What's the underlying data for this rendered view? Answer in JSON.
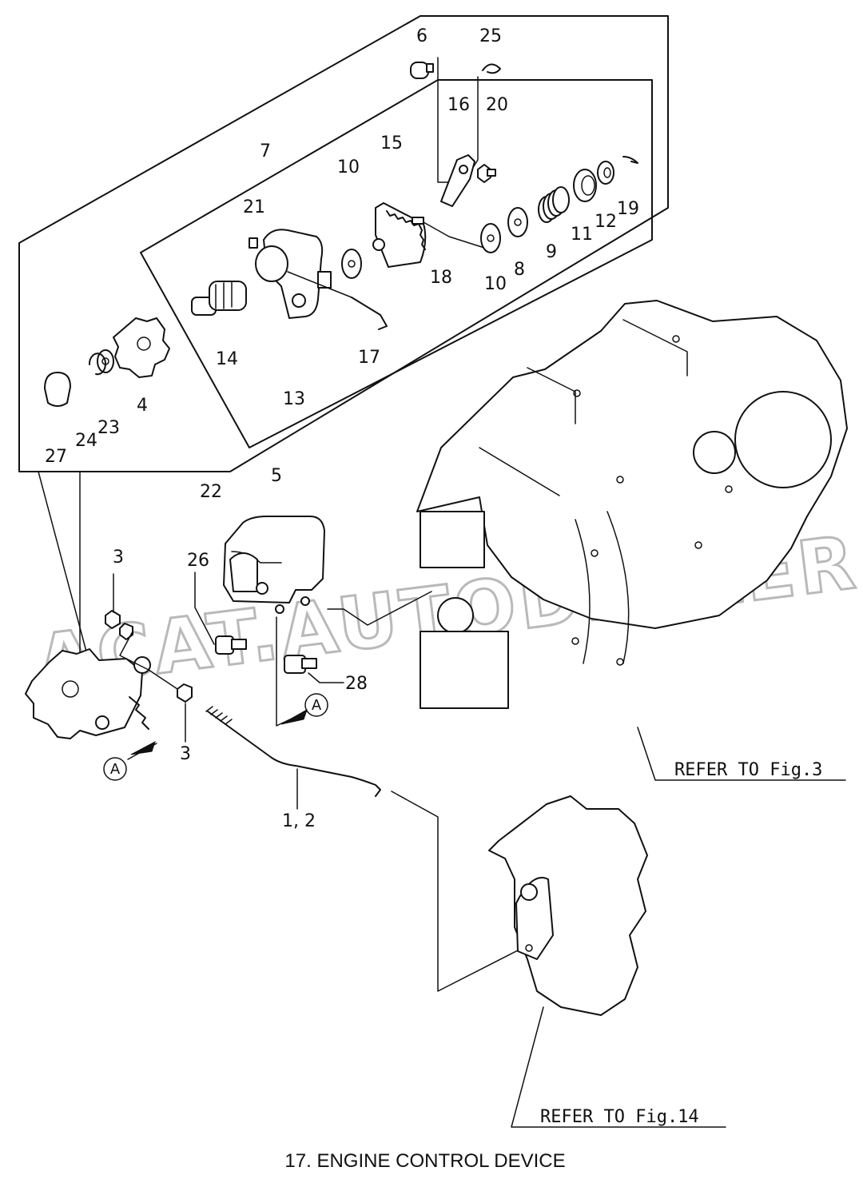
{
  "caption": "17.  ENGINE CONTROL DEVICE",
  "watermark": "ACAT.AUTODEALER.RU",
  "references": {
    "fig3": "REFER TO Fig.3",
    "fig14": "REFER TO Fig.14"
  },
  "view_marker": "A",
  "part_labels": {
    "p1_2": "1, 2",
    "p3a": "3",
    "p3b": "3",
    "p4": "4",
    "p5": "5",
    "p6": "6",
    "p7": "7",
    "p8": "8",
    "p9": "9",
    "p10a": "10",
    "p10b": "10",
    "p11": "11",
    "p12": "12",
    "p13": "13",
    "p14": "14",
    "p15": "15",
    "p16": "16",
    "p17": "17",
    "p18": "18",
    "p19": "19",
    "p20": "20",
    "p21": "21",
    "p22": "22",
    "p23": "23",
    "p24": "24",
    "p25": "25",
    "p26": "26",
    "p27": "27",
    "p28": "28"
  }
}
